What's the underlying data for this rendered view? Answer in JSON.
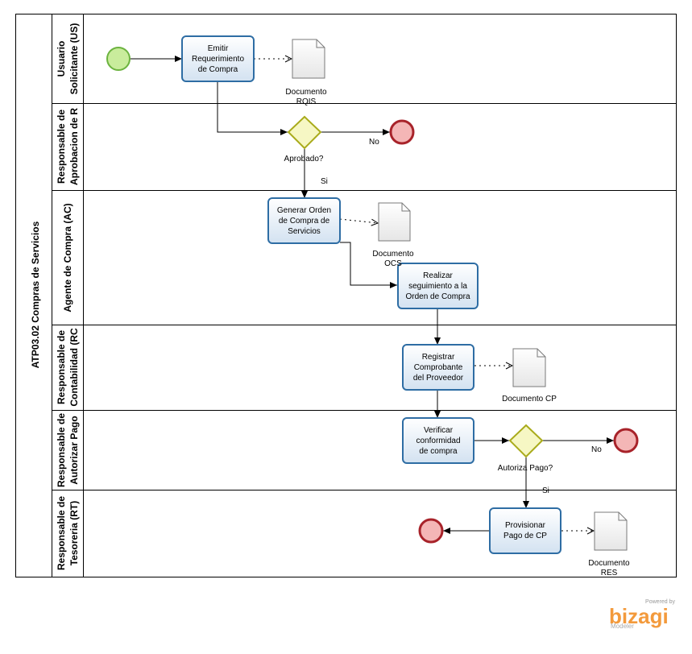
{
  "pool": {
    "title": "ATP03.02 Compras de Servicios"
  },
  "lanes": [
    {
      "line1": "Usuario",
      "line2": "Solicitante (US)"
    },
    {
      "line1": "Responsable de",
      "line2": "Aprobacion  de  R"
    },
    {
      "line1": "Agente de Compra (AC)",
      "line2": ""
    },
    {
      "line1": "Responsable de",
      "line2": "Contabilidad  (RC"
    },
    {
      "line1": "Responsable de",
      "line2": "Autorizar Pago"
    },
    {
      "line1": "Responsable de",
      "line2": "Tesoreria (RT)"
    }
  ],
  "tasks": {
    "emitir": [
      "Emitir",
      "Requerimiento",
      "de Compra"
    ],
    "generar": [
      "Generar Orden",
      "de Compra de",
      "Servicios"
    ],
    "realizar": [
      "Realizar",
      "seguimiento a la",
      "Orden de Compra"
    ],
    "registrar": [
      "Registrar",
      "Comprobante",
      "del Proveedor"
    ],
    "verificar": [
      "Verificar",
      "conformidad",
      "de compra"
    ],
    "provisionar": [
      "Provisionar",
      "Pago de CP"
    ]
  },
  "documents": {
    "rqis": [
      "Documento",
      "RQIS"
    ],
    "ocs": [
      "Documento",
      "OCS"
    ],
    "cp": [
      "Documento CP"
    ],
    "res": [
      "Documento",
      "RES"
    ]
  },
  "gateways": {
    "aprobado": "Aprobado?",
    "autoriza": "Autoriza Pago?"
  },
  "labels": {
    "no1": "No",
    "si1": "Si",
    "no2": "No",
    "si2": "Si"
  },
  "colors": {
    "task_fill_top": "#ffffff",
    "task_fill_bottom": "#d6e4f2",
    "task_border": "#2e6da4",
    "start_fill": "#c9ec9c",
    "start_border": "#6cb33f",
    "end_fill": "#f4b6b6",
    "end_border": "#a8232a",
    "gateway_fill": "#f6f7c4",
    "gateway_border": "#a9ab1b"
  },
  "logo": {
    "powered": "Powered by",
    "brand": "bizagi",
    "sub": "Modeler"
  }
}
